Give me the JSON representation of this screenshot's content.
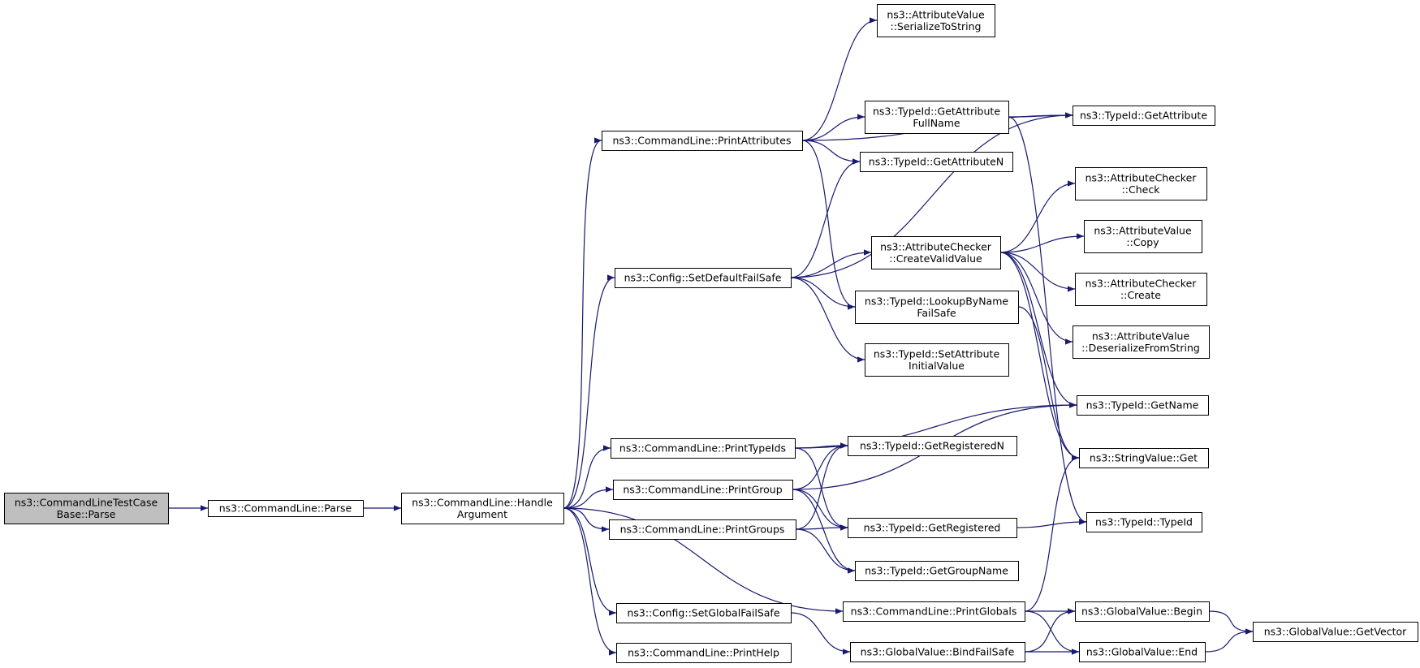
{
  "colors": {
    "edge": "#191970",
    "node_fill": "#ffffff",
    "root_fill": "#bfbfbf",
    "border": "#000000"
  },
  "nodes": [
    {
      "id": "root",
      "lines": [
        "ns3::CommandLineTestCase",
        "Base::Parse"
      ],
      "root": true
    },
    {
      "id": "parse",
      "lines": [
        "ns3::CommandLine::Parse"
      ]
    },
    {
      "id": "handle",
      "lines": [
        "ns3::CommandLine::Handle",
        "Argument"
      ]
    },
    {
      "id": "printattrs",
      "lines": [
        "ns3::CommandLine::PrintAttributes"
      ]
    },
    {
      "id": "setdefault",
      "lines": [
        "ns3::Config::SetDefaultFailSafe"
      ]
    },
    {
      "id": "printtypeids",
      "lines": [
        "ns3::CommandLine::PrintTypeIds"
      ]
    },
    {
      "id": "printgroup",
      "lines": [
        "ns3::CommandLine::PrintGroup"
      ]
    },
    {
      "id": "printgroups",
      "lines": [
        "ns3::CommandLine::PrintGroups"
      ]
    },
    {
      "id": "setglobal",
      "lines": [
        "ns3::Config::SetGlobalFailSafe"
      ]
    },
    {
      "id": "printhelp",
      "lines": [
        "ns3::CommandLine::PrintHelp"
      ]
    },
    {
      "id": "serialize",
      "lines": [
        "ns3::AttributeValue",
        "::SerializeToString"
      ]
    },
    {
      "id": "getattrfull",
      "lines": [
        "ns3::TypeId::GetAttribute",
        "FullName"
      ]
    },
    {
      "id": "getattrn",
      "lines": [
        "ns3::TypeId::GetAttributeN"
      ]
    },
    {
      "id": "createvalid",
      "lines": [
        "ns3::AttributeChecker",
        "::CreateValidValue"
      ]
    },
    {
      "id": "lookup",
      "lines": [
        "ns3::TypeId::LookupByName",
        "FailSafe"
      ]
    },
    {
      "id": "setattrinit",
      "lines": [
        "ns3::TypeId::SetAttribute",
        "InitialValue"
      ]
    },
    {
      "id": "getregn",
      "lines": [
        "ns3::TypeId::GetRegisteredN"
      ]
    },
    {
      "id": "getreg",
      "lines": [
        "ns3::TypeId::GetRegistered"
      ]
    },
    {
      "id": "getgroup",
      "lines": [
        "ns3::TypeId::GetGroupName"
      ]
    },
    {
      "id": "printglobals",
      "lines": [
        "ns3::CommandLine::PrintGlobals"
      ]
    },
    {
      "id": "bindfail",
      "lines": [
        "ns3::GlobalValue::BindFailSafe"
      ]
    },
    {
      "id": "getattr",
      "lines": [
        "ns3::TypeId::GetAttribute"
      ]
    },
    {
      "id": "check",
      "lines": [
        "ns3::AttributeChecker",
        "::Check"
      ]
    },
    {
      "id": "copy",
      "lines": [
        "ns3::AttributeValue",
        "::Copy"
      ]
    },
    {
      "id": "create",
      "lines": [
        "ns3::AttributeChecker",
        "::Create"
      ]
    },
    {
      "id": "deserialize",
      "lines": [
        "ns3::AttributeValue",
        "::DeserializeFromString"
      ]
    },
    {
      "id": "getname",
      "lines": [
        "ns3::TypeId::GetName"
      ]
    },
    {
      "id": "stringget",
      "lines": [
        "ns3::StringValue::Get"
      ]
    },
    {
      "id": "typeid",
      "lines": [
        "ns3::TypeId::TypeId"
      ]
    },
    {
      "id": "gvbegin",
      "lines": [
        "ns3::GlobalValue::Begin"
      ]
    },
    {
      "id": "gvend",
      "lines": [
        "ns3::GlobalValue::End"
      ]
    },
    {
      "id": "getvector",
      "lines": [
        "ns3::GlobalValue::GetVector"
      ]
    }
  ],
  "edges": [
    [
      "root",
      "parse"
    ],
    [
      "parse",
      "handle"
    ],
    [
      "handle",
      "printattrs"
    ],
    [
      "handle",
      "setdefault"
    ],
    [
      "handle",
      "printtypeids"
    ],
    [
      "handle",
      "printgroup"
    ],
    [
      "handle",
      "printgroups"
    ],
    [
      "handle",
      "setglobal"
    ],
    [
      "handle",
      "printhelp"
    ],
    [
      "handle",
      "printglobals"
    ],
    [
      "printattrs",
      "serialize"
    ],
    [
      "printattrs",
      "getattr"
    ],
    [
      "printattrs",
      "getattrfull"
    ],
    [
      "printattrs",
      "getattrn"
    ],
    [
      "printattrs",
      "lookup"
    ],
    [
      "getattrfull",
      "getattr"
    ],
    [
      "getattrfull",
      "typeid"
    ],
    [
      "setdefault",
      "getattrn"
    ],
    [
      "setdefault",
      "getattr"
    ],
    [
      "setdefault",
      "createvalid"
    ],
    [
      "setdefault",
      "lookup"
    ],
    [
      "setdefault",
      "setattrinit"
    ],
    [
      "createvalid",
      "check"
    ],
    [
      "createvalid",
      "copy"
    ],
    [
      "createvalid",
      "create"
    ],
    [
      "createvalid",
      "deserialize"
    ],
    [
      "createvalid",
      "getname"
    ],
    [
      "createvalid",
      "stringget"
    ],
    [
      "lookup",
      "stringget"
    ],
    [
      "printtypeids",
      "getname"
    ],
    [
      "printtypeids",
      "getregn"
    ],
    [
      "printtypeids",
      "getreg"
    ],
    [
      "printgroup",
      "getregn"
    ],
    [
      "printgroup",
      "getreg"
    ],
    [
      "printgroup",
      "getname"
    ],
    [
      "printgroup",
      "getgroup"
    ],
    [
      "printgroups",
      "getregn"
    ],
    [
      "printgroups",
      "getreg"
    ],
    [
      "printgroups",
      "getgroup"
    ],
    [
      "getreg",
      "typeid"
    ],
    [
      "setglobal",
      "bindfail"
    ],
    [
      "printglobals",
      "stringget"
    ],
    [
      "printglobals",
      "gvbegin"
    ],
    [
      "printglobals",
      "gvend"
    ],
    [
      "bindfail",
      "gvbegin"
    ],
    [
      "bindfail",
      "gvend"
    ],
    [
      "gvbegin",
      "getvector"
    ],
    [
      "gvend",
      "getvector"
    ]
  ]
}
